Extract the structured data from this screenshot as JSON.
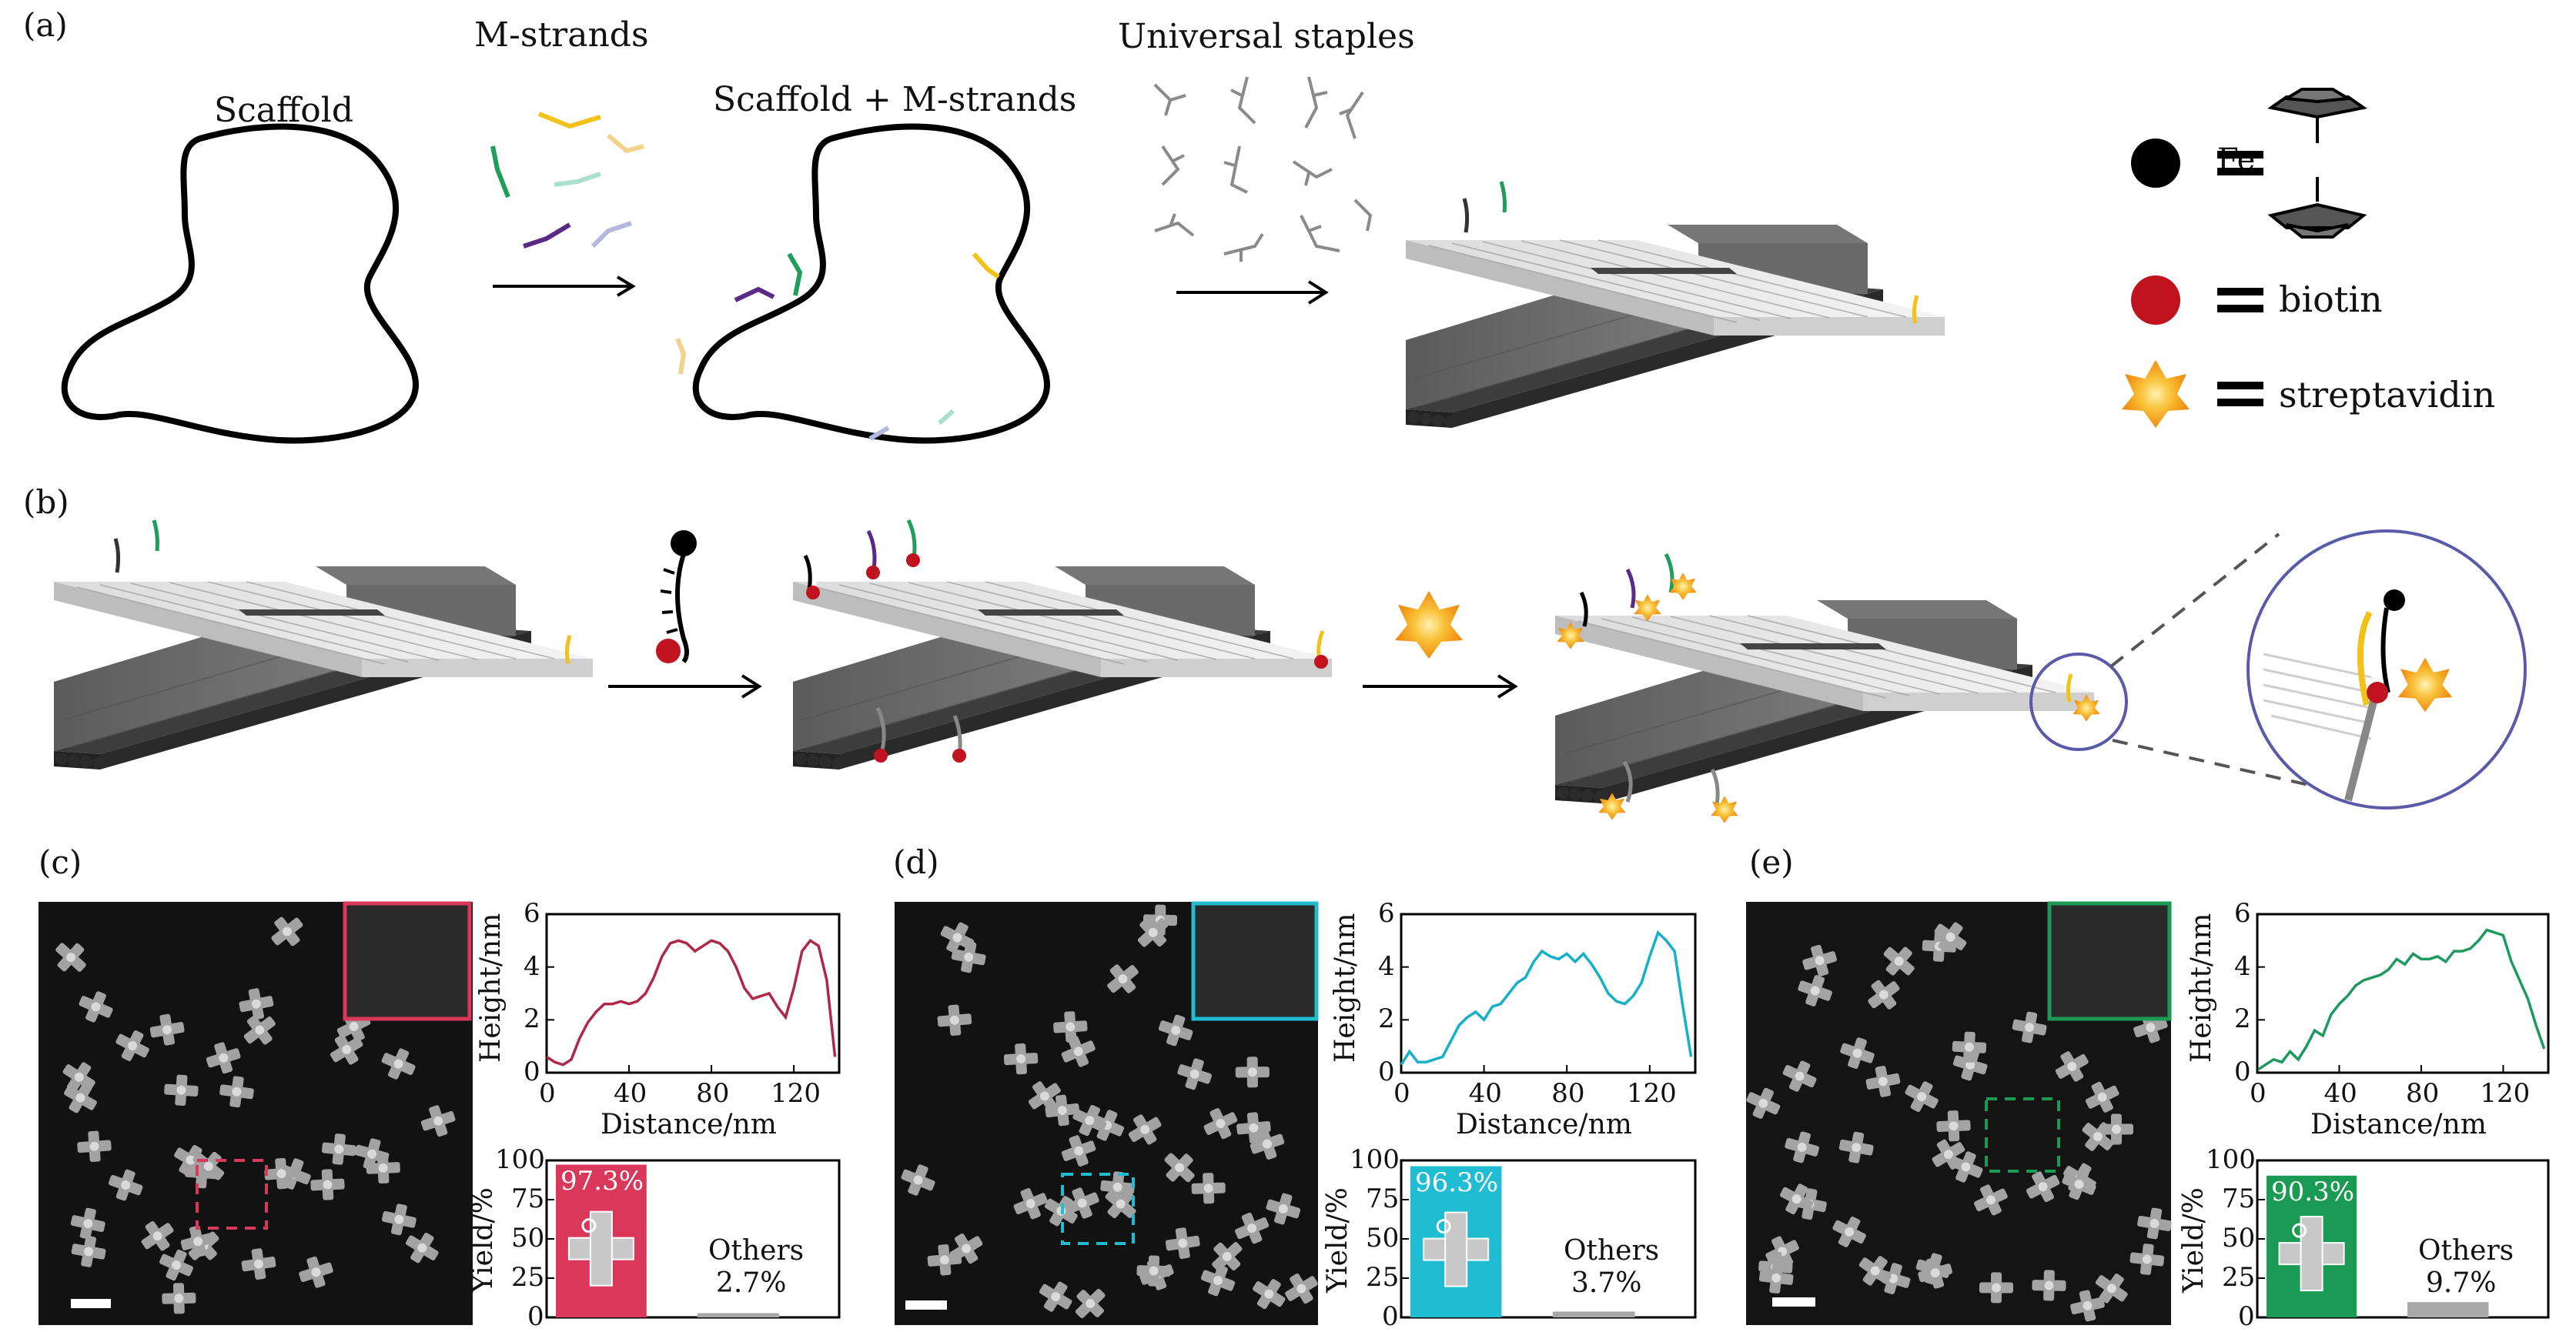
{
  "panels": {
    "a": "(a)",
    "b": "(b)",
    "c": "(c)",
    "d": "(d)",
    "e": "(e)"
  },
  "panel_a": {
    "scaffold": "Scaffold",
    "m_strands": "M-strands",
    "scaffold_plus": "Scaffold + M-strands",
    "universal_staples": "Universal staples"
  },
  "legend": {
    "equals": "=",
    "fe": "Fe",
    "biotin": "biotin",
    "streptavidin": "streptavidin",
    "colors": {
      "ferrocene": "#000000",
      "biotin": "#c1121f",
      "streptavidin": "#f7a21b"
    }
  },
  "strand_colors": [
    "#f2c21a",
    "#1f9e5a",
    "#5b2a86",
    "#f3d28a",
    "#a9e0d0",
    "#b5b7e0"
  ],
  "afm_panels": [
    {
      "id": "c",
      "accent": "#d9385a",
      "line_color": "#b02848",
      "yield": "97.3%",
      "others": "Others",
      "others_value": "2.7%",
      "yield_value": 97.3
    },
    {
      "id": "d",
      "accent": "#1fbcd2",
      "line_color": "#16b0c8",
      "yield": "96.3%",
      "others": "Others",
      "others_value": "3.7%",
      "yield_value": 96.3
    },
    {
      "id": "e",
      "accent": "#1a9a52",
      "line_color": "#1e9a60",
      "yield": "90.3%",
      "others": "Others",
      "others_value": "9.7%",
      "yield_value": 90.3
    }
  ],
  "axes": {
    "height_label": "Height/nm",
    "distance_label": "Distance/nm",
    "yield_label": "Yield/%",
    "height_ticks": [
      "0",
      "2",
      "4",
      "6"
    ],
    "distance_ticks": [
      "0",
      "40",
      "80",
      "120"
    ],
    "yield_ticks": [
      "0",
      "25",
      "50",
      "75",
      "100"
    ]
  },
  "chart_data": [
    {
      "type": "line",
      "panel": "c",
      "xlabel": "Distance/nm",
      "ylabel": "Height/nm",
      "xlim": [
        0,
        142
      ],
      "ylim": [
        0,
        6
      ],
      "x": [
        0,
        4,
        8,
        12,
        16,
        20,
        24,
        28,
        32,
        36,
        40,
        44,
        48,
        52,
        56,
        60,
        64,
        68,
        72,
        76,
        80,
        84,
        88,
        92,
        96,
        100,
        104,
        108,
        112,
        116,
        120,
        124,
        128,
        132,
        136,
        140
      ],
      "y": [
        0.6,
        0.4,
        0.3,
        0.5,
        1.3,
        1.9,
        2.3,
        2.6,
        2.6,
        2.7,
        2.6,
        2.7,
        3.0,
        3.6,
        4.4,
        4.9,
        5.0,
        4.9,
        4.6,
        4.8,
        5.0,
        4.9,
        4.6,
        4.0,
        3.2,
        2.8,
        2.9,
        3.0,
        2.5,
        2.1,
        3.2,
        4.6,
        5.0,
        4.8,
        3.5,
        0.6
      ]
    },
    {
      "type": "line",
      "panel": "d",
      "xlabel": "Distance/nm",
      "ylabel": "Height/nm",
      "xlim": [
        0,
        142
      ],
      "ylim": [
        0,
        6
      ],
      "x": [
        0,
        4,
        8,
        12,
        16,
        20,
        24,
        28,
        32,
        36,
        40,
        44,
        48,
        52,
        56,
        60,
        64,
        68,
        72,
        76,
        80,
        84,
        88,
        92,
        96,
        100,
        104,
        108,
        112,
        116,
        120,
        124,
        128,
        132,
        136,
        140
      ],
      "y": [
        0.3,
        0.8,
        0.4,
        0.4,
        0.5,
        0.6,
        1.2,
        1.8,
        2.1,
        2.3,
        2.0,
        2.5,
        2.6,
        3.0,
        3.4,
        3.6,
        4.2,
        4.6,
        4.4,
        4.3,
        4.5,
        4.2,
        4.5,
        4.1,
        3.6,
        3.0,
        2.7,
        2.6,
        2.9,
        3.4,
        4.4,
        5.3,
        5.0,
        4.6,
        2.5,
        0.6
      ]
    },
    {
      "type": "line",
      "panel": "e",
      "xlabel": "Distance/nm",
      "ylabel": "Height/nm",
      "xlim": [
        0,
        142
      ],
      "ylim": [
        0,
        6
      ],
      "x": [
        0,
        4,
        8,
        12,
        16,
        20,
        24,
        28,
        32,
        36,
        40,
        44,
        48,
        52,
        56,
        60,
        64,
        68,
        72,
        76,
        80,
        84,
        88,
        92,
        96,
        100,
        104,
        108,
        112,
        116,
        120,
        124,
        128,
        132,
        136,
        140
      ],
      "y": [
        0.1,
        0.3,
        0.5,
        0.4,
        0.8,
        0.5,
        1.0,
        1.6,
        1.4,
        2.2,
        2.6,
        2.9,
        3.3,
        3.5,
        3.6,
        3.7,
        3.9,
        4.3,
        4.1,
        4.5,
        4.3,
        4.3,
        4.4,
        4.2,
        4.6,
        4.6,
        4.7,
        5.0,
        5.4,
        5.3,
        5.2,
        4.2,
        3.5,
        2.8,
        1.8,
        0.9
      ]
    },
    {
      "type": "bar",
      "panel": "c",
      "categories": [
        "97.3%",
        "Others"
      ],
      "values": [
        97.3,
        2.7
      ],
      "ylabel": "Yield/%",
      "ylim": [
        0,
        100
      ]
    },
    {
      "type": "bar",
      "panel": "d",
      "categories": [
        "96.3%",
        "Others"
      ],
      "values": [
        96.3,
        3.7
      ],
      "ylabel": "Yield/%",
      "ylim": [
        0,
        100
      ]
    },
    {
      "type": "bar",
      "panel": "e",
      "categories": [
        "90.3%",
        "Others"
      ],
      "values": [
        90.3,
        9.7
      ],
      "ylabel": "Yield/%",
      "ylim": [
        0,
        100
      ]
    }
  ]
}
